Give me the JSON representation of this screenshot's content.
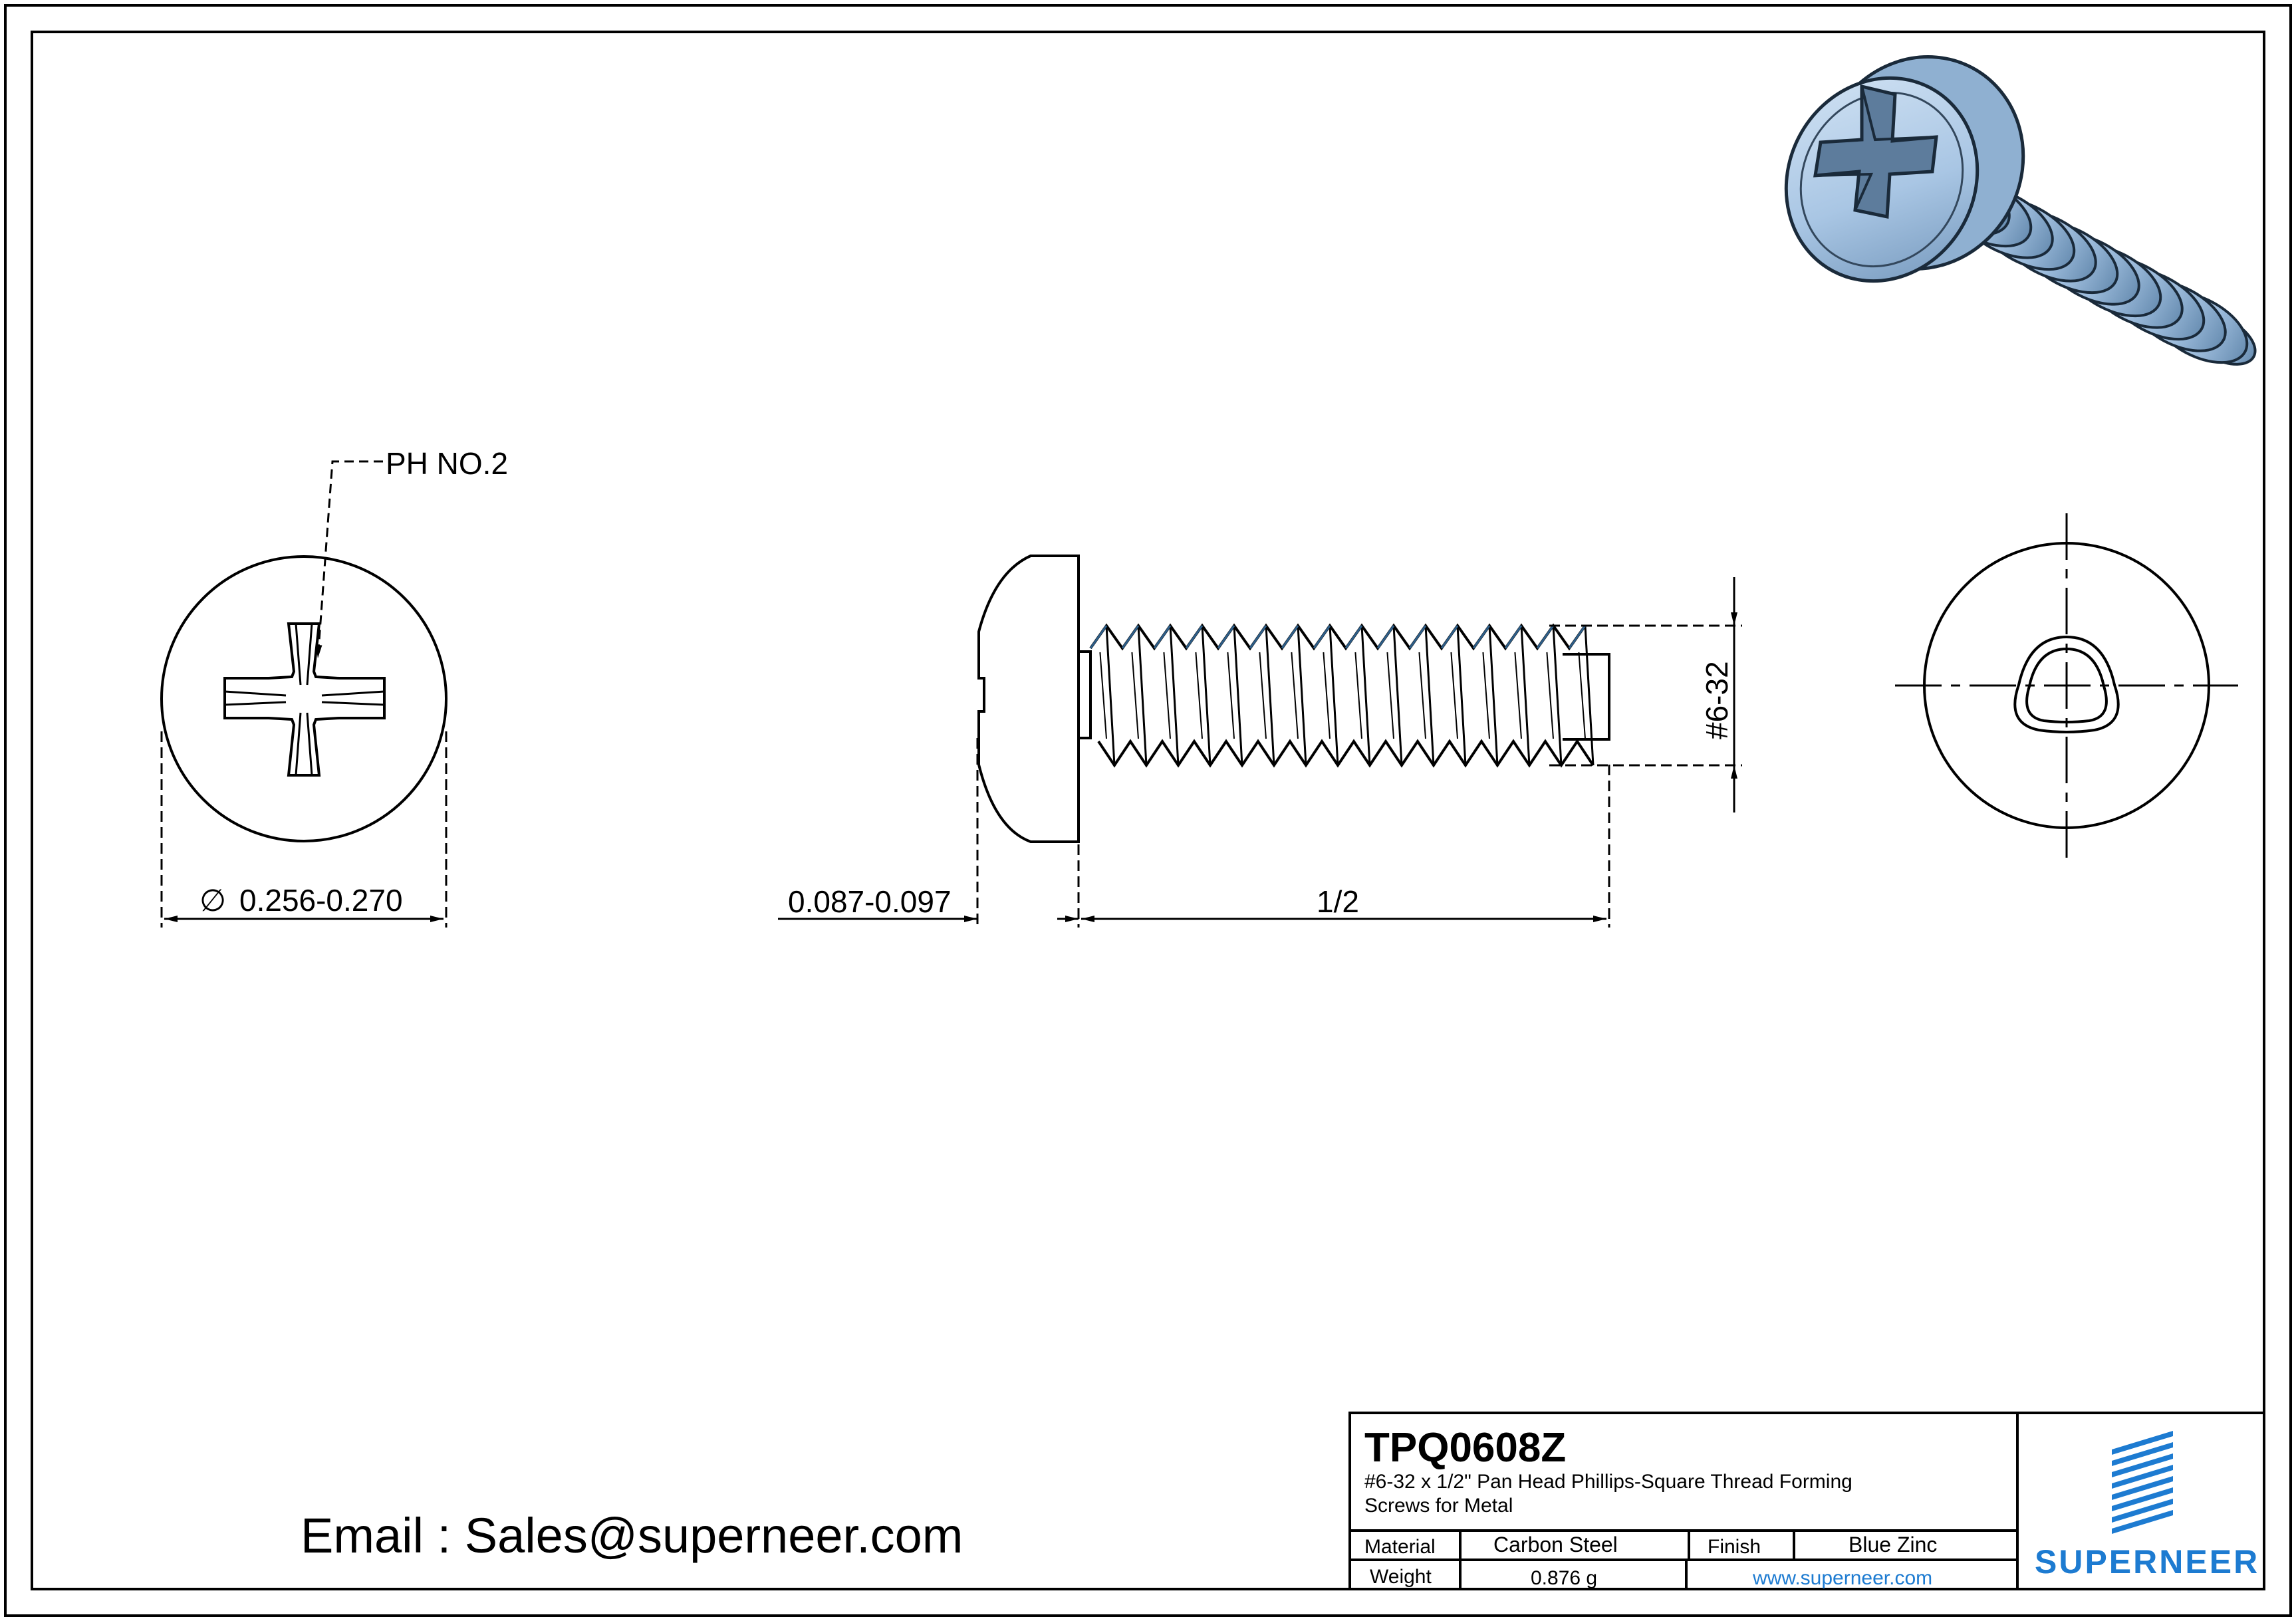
{
  "labels": {
    "phillips_callout": "PH NO.2",
    "head_diameter": "0.256-0.270",
    "diameter_symbol": "∅",
    "head_height": "0.087-0.097",
    "length": "1/2",
    "thread_size": "#6-32"
  },
  "email": "Email : Sales@superneer.com",
  "title_block": {
    "part_number": "TPQ0608Z",
    "description_line1": "#6-32 x 1/2\" Pan Head Phillips-Square Thread Forming",
    "description_line2": "Screws for Metal",
    "material_label": "Material",
    "material_value": "Carbon Steel",
    "finish_label": "Finish",
    "finish_value": "Blue Zinc",
    "weight_label": "Weight",
    "weight_value": "0.876 g",
    "website": "www.superneer.com",
    "brand": "SUPERNEER"
  },
  "colors": {
    "line": "#000000",
    "thread_accent": "#2e5f8a",
    "screw_body": "#a9c6e4",
    "screw_shadow": "#6f93b8",
    "brand_blue": "#1d7bd1"
  },
  "icons": {
    "logo": "superneer-stripes-logo"
  }
}
